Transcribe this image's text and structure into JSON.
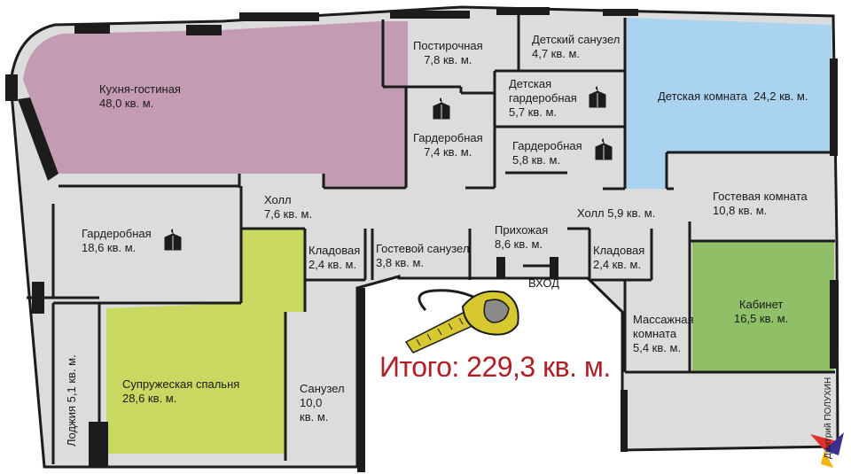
{
  "rooms": {
    "kitchen": {
      "name": "Кухня-гостиная",
      "area": "48,0 кв. м.",
      "color": "#c39cb3"
    },
    "laundry": {
      "name": "Постирочная",
      "area": "7,8 кв. м."
    },
    "kids_bath": {
      "name": "Детский санузел",
      "area": "4,7 кв. м."
    },
    "kids_room": {
      "name": "Детская комната",
      "area": "24,2 кв. м.",
      "color": "#a9d3ef"
    },
    "kids_wardrobe": {
      "name1": "Детская",
      "name2": "гардеробная",
      "area": "5,7 кв. м."
    },
    "wardrobe_mid": {
      "name": "Гардеробная",
      "area": "7,4 кв. м."
    },
    "wardrobe_small": {
      "name": "Гардеробная",
      "area": "5,8 кв. м."
    },
    "hall_left": {
      "name": "Холл",
      "area": "7,6 кв. м."
    },
    "hall_right": {
      "name": "Холл 5,9 кв. м."
    },
    "guest_room": {
      "name": "Гостевая комната",
      "area": "10,8 кв. м."
    },
    "wardrobe_big": {
      "name": "Гардеробная",
      "area": "18,6 кв. м."
    },
    "pantry_left": {
      "name": "Кладовая",
      "area": "2,4 кв. м."
    },
    "guest_bath": {
      "name": "Гостевой санузел",
      "area": "3,8 кв. м."
    },
    "entry": {
      "name": "Прихожая",
      "area": "8,6 кв. м."
    },
    "pantry_right": {
      "name": "Кладовая",
      "area": "2,4 кв. м."
    },
    "office": {
      "name": "Кабинет",
      "area": "16,5 кв. м.",
      "color": "#8fbf67"
    },
    "massage": {
      "name1": "Массажная",
      "name2": "комната",
      "area": "5,4 кв. м."
    },
    "bedroom": {
      "name": "Супружеская спальня",
      "area": "28,6 кв. м.",
      "color": "#c9d860"
    },
    "bathroom": {
      "name": "Санузел",
      "area1": "10,0",
      "area2": "кв. м."
    },
    "loggia": {
      "name": "Лоджия 5,1 кв. м."
    }
  },
  "entrance_label": "ВХОД",
  "total": "Итого: 229,3 кв. м.",
  "credit": "Дмитрий ПОЛУХИН",
  "colors": {
    "floor": "#dcdcdc",
    "wall": "#1c1c1c",
    "total_text": "#b01e26",
    "tape_yellow": "#d8c830"
  },
  "icons": [
    "wardrobe-icon",
    "measuring-tape-icon",
    "bird-logo-icon"
  ]
}
